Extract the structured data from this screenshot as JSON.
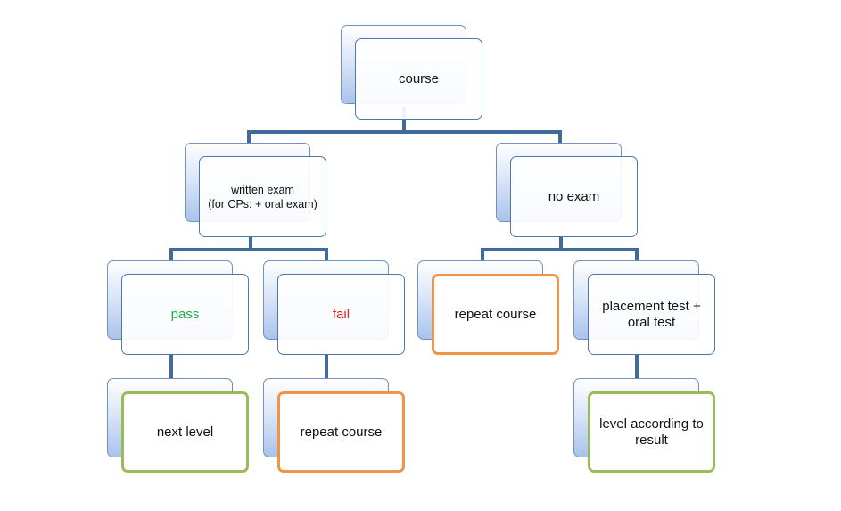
{
  "diagram": {
    "nodes": {
      "course": "course",
      "written_exam": "written exam\n(for CPs: + oral exam)",
      "no_exam": "no exam",
      "pass": "pass",
      "fail": "fail",
      "repeat_course_no_exam": "repeat course",
      "placement_test": "placement test +\noral test",
      "next_level": "next level",
      "repeat_course_fail": "repeat course",
      "level_according": "level according to\nresult"
    },
    "colors": {
      "connector": "#41699a",
      "box_border": "#4f79ad",
      "pass_text": "#1faa4b",
      "fail_text": "#e3231f",
      "highlight_orange": "#f09548",
      "highlight_green": "#9bbb59"
    }
  }
}
